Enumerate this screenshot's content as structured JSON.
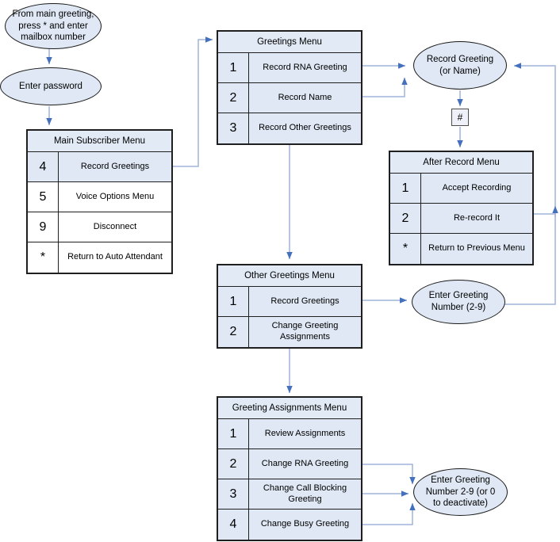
{
  "diagram": {
    "ellipses": {
      "start": "From main greeting, press * and enter mailbox number",
      "password": "Enter password",
      "record_greeting": "Record Greeting (or Name)",
      "enter_greeting_number": "Enter Greeting Number (2-9)",
      "enter_greeting_number_deactivate": "Enter Greeting Number 2-9 (or 0 to deactivate)"
    },
    "pound_key": "#",
    "tables": {
      "main_subscriber": {
        "title": "Main Subscriber Menu",
        "rows": [
          {
            "key": "4",
            "label": "Record Greetings"
          },
          {
            "key": "5",
            "label": "Voice Options Menu"
          },
          {
            "key": "9",
            "label": "Disconnect"
          },
          {
            "key": "*",
            "label": "Return to Auto Attendant"
          }
        ]
      },
      "greetings": {
        "title": "Greetings Menu",
        "rows": [
          {
            "key": "1",
            "label": "Record RNA Greeting"
          },
          {
            "key": "2",
            "label": "Record Name"
          },
          {
            "key": "3",
            "label": "Record Other Greetings"
          }
        ]
      },
      "after_record": {
        "title": "After Record Menu",
        "rows": [
          {
            "key": "1",
            "label": "Accept Recording"
          },
          {
            "key": "2",
            "label": "Re-record It"
          },
          {
            "key": "*",
            "label": "Return to Previous Menu"
          }
        ]
      },
      "other_greetings": {
        "title": "Other Greetings Menu",
        "rows": [
          {
            "key": "1",
            "label": "Record Greetings"
          },
          {
            "key": "2",
            "label": "Change Greeting Assignments"
          }
        ]
      },
      "greeting_assignments": {
        "title": "Greeting Assignments Menu",
        "rows": [
          {
            "key": "1",
            "label": "Review Assignments"
          },
          {
            "key": "2",
            "label": "Change RNA Greeting"
          },
          {
            "key": "3",
            "label": "Change Call Blocking Greeting"
          },
          {
            "key": "4",
            "label": "Change Busy Greeting"
          }
        ]
      }
    },
    "colors": {
      "shape_fill": "#dfe8f4",
      "connector_line": "#9fb3da",
      "arrowhead": "#4470bd",
      "border": "#1a1a1a"
    }
  }
}
